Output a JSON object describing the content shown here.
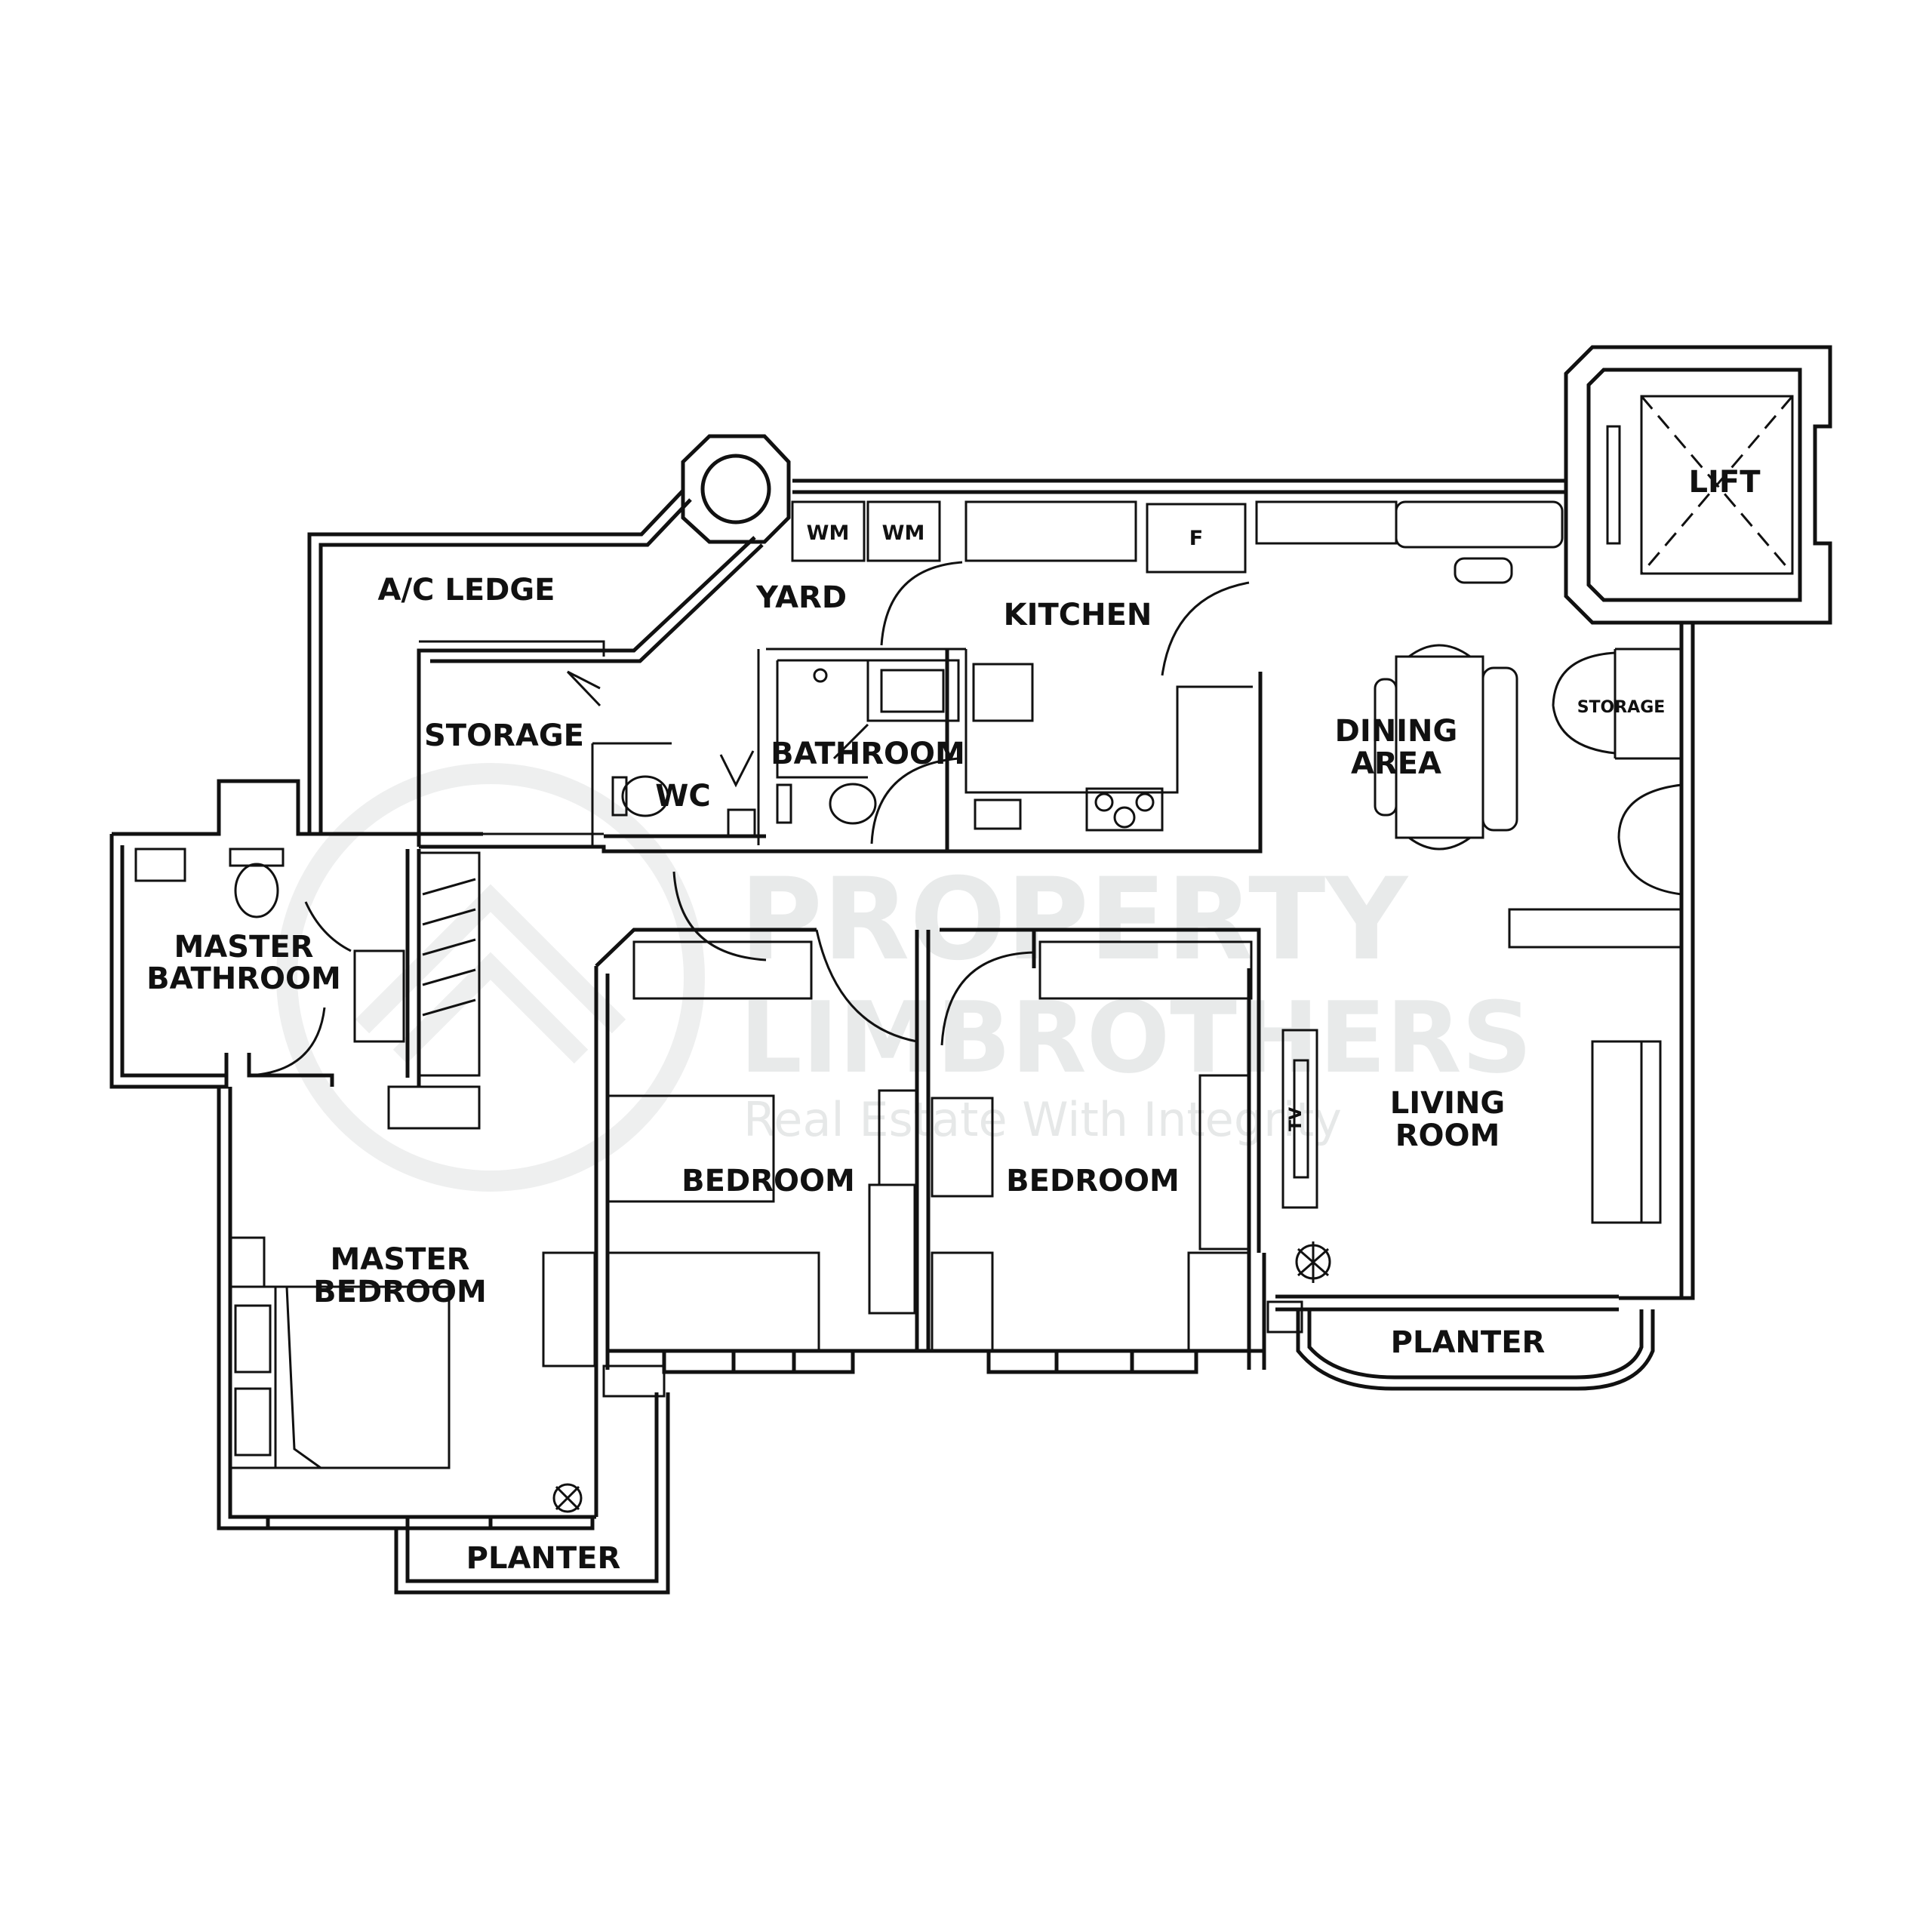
{
  "rooms": {
    "ac_ledge": "A/C LEDGE",
    "yard": "YARD",
    "kitchen": "KITCHEN",
    "storage_left": "STORAGE",
    "wc": "WC",
    "bathroom": "BATHROOM",
    "dining_line1": "DINING",
    "dining_line2": "AREA",
    "storage_right": "STORAGE",
    "lift": "LIFT",
    "master_bathroom_line1": "MASTER",
    "master_bathroom_line2": "BATHROOM",
    "bedroom_1": "BEDROOM",
    "bedroom_2": "BEDROOM",
    "living_line1": "LIVING",
    "living_line2": "ROOM",
    "master_bedroom_line1": "MASTER",
    "master_bedroom_line2": "BEDROOM",
    "planter_right": "PLANTER",
    "planter_left": "PLANTER"
  },
  "appliances": {
    "washer_1": "WM",
    "washer_2": "WM",
    "fridge": "F",
    "tv": "TV"
  },
  "watermark": {
    "line1": "PROPERTY",
    "line2": "LIMBROTHERS",
    "tagline": "Real Estate With Integrity"
  }
}
